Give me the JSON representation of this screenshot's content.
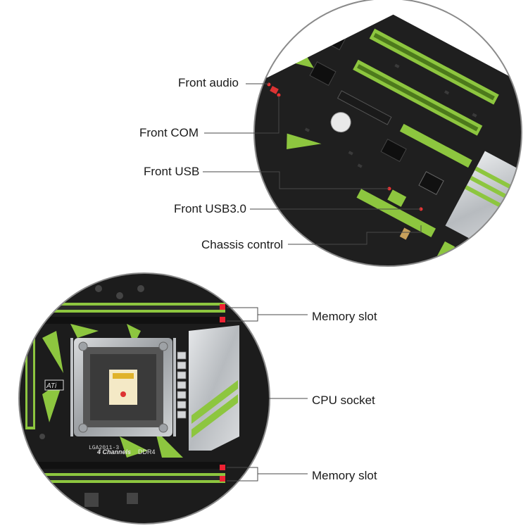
{
  "labels": {
    "front_audio": "Front audio",
    "front_com": "Front COM",
    "front_usb": "Front USB",
    "front_usb3": "Front USB3.0",
    "chassis_control": "Chassis control",
    "memory_slot_top": "Memory slot",
    "cpu_socket": "CPU socket",
    "memory_slot_bottom": "Memory slot"
  },
  "board_print": {
    "channels": "4 Channels",
    "ddr": "DDR4",
    "ati": "ATi",
    "socket_code": "LGA2011-3"
  },
  "colors": {
    "pcb": "#1c1c1c",
    "accent_green": "#8dc63f",
    "heatsink_silver": "#c9cccf",
    "ring": "#8a8a8a"
  }
}
